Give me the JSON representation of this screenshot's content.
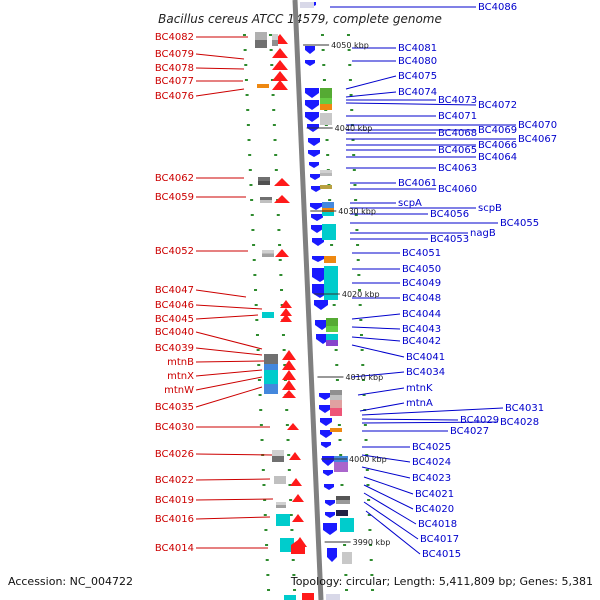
{
  "title": "Bacillus cereus ATCC 14579, complete genome",
  "footer": {
    "accession": "Accession: NC_004722",
    "topology": "Topology: circular; Length: 5,411,809 bp; Genes: 5,381"
  },
  "scale_labels": [
    "4050 kbp",
    "4040 kbp",
    "4030 kbp",
    "4020 kbp",
    "4010 kbp",
    "4000 kbp",
    "3990 kbp"
  ],
  "left_genes": [
    "BC4082",
    "BC4079",
    "BC4078",
    "BC4077",
    "BC4076",
    "BC4062",
    "BC4059",
    "BC4052",
    "BC4047",
    "BC4046",
    "BC4045",
    "BC4040",
    "BC4039",
    "mtnB",
    "mtnX",
    "mtnW",
    "BC4035",
    "BC4030",
    "BC4026",
    "BC4022",
    "BC4019",
    "BC4016",
    "BC4014"
  ],
  "right_genes": [
    "BC4086",
    "BC4081",
    "BC4080",
    "BC4075",
    "BC4074",
    "BC4073",
    "BC4072",
    "BC4071",
    "BC4070",
    "BC4069",
    "BC4068",
    "BC4067",
    "BC4066",
    "BC4065",
    "BC4064",
    "BC4063",
    "BC4061",
    "BC4060",
    "scpA",
    "scpB",
    "BC4056",
    "BC4055",
    "nagB",
    "BC4053",
    "BC4051",
    "BC4050",
    "BC4049",
    "BC4048",
    "BC4044",
    "BC4043",
    "BC4042",
    "BC4041",
    "BC4034",
    "mtnK",
    "mtnA",
    "BC4031",
    "BC4029",
    "BC4028",
    "BC4027",
    "BC4025",
    "BC4024",
    "BC4023",
    "BC4021",
    "BC4020",
    "BC4018",
    "BC4017",
    "BC4015"
  ]
}
